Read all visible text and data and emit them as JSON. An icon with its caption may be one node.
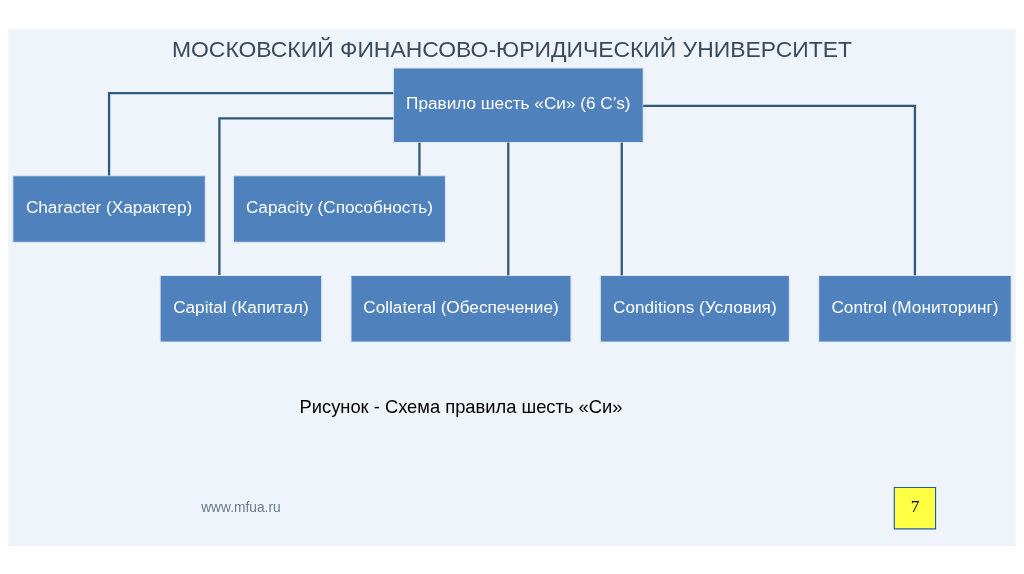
{
  "diagram": {
    "title": "МОСКОВСКИЙ ФИНАНСОВО-ЮРИДИЧЕСКИЙ УНИВЕРСИТЕТ",
    "caption": "Рисунок - Схема правила шесть «Си»",
    "nodes": [
      {
        "text": [
          "Правило шесть «Си» (6 C’s)"
        ]
      },
      {
        "text": [
          "Character (Характер)"
        ]
      },
      {
        "text": [
          "Capacity (Способность)"
        ]
      },
      {
        "text": [
          "Capital (Капитал)"
        ]
      },
      {
        "text": [
          "Collateral (Обеспечение)"
        ]
      },
      {
        "text": [
          "Conditions (Условия)"
        ]
      },
      {
        "text": [
          "Control (Мониторинг)"
        ]
      }
    ],
    "edges": [
      {
        "from": 0,
        "to": 1,
        "arrow": "none"
      },
      {
        "from": 0,
        "to": 2,
        "arrow": "none"
      },
      {
        "from": 0,
        "to": 3,
        "arrow": "none"
      },
      {
        "from": 0,
        "to": 4,
        "arrow": "none"
      },
      {
        "from": 0,
        "to": 5,
        "arrow": "none"
      },
      {
        "from": 0,
        "to": 6,
        "arrow": "none"
      }
    ],
    "labels": [
      "www.mfua.ru",
      "7"
    ]
  }
}
